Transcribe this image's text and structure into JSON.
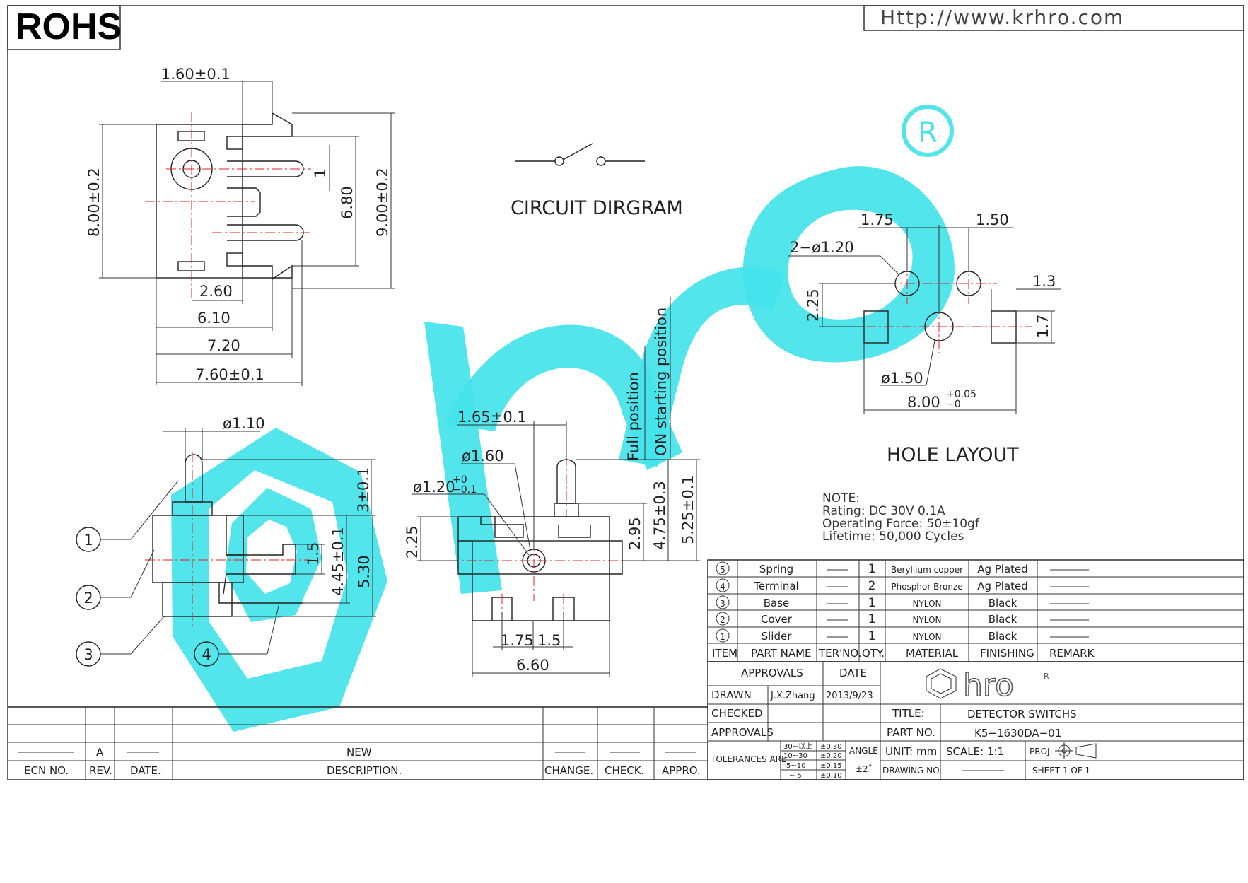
{
  "header": {
    "rohs": "ROHS",
    "url": "Http://www.krhro.com"
  },
  "top_view": {
    "dims": [
      "1.60±0.1",
      "8.00±0.2",
      "1",
      "6.80",
      "9.00±0.2",
      "2.60",
      "6.10",
      "7.20",
      "7.60±0.1"
    ]
  },
  "circuit": {
    "title": "CIRCUIT DIRGRAM"
  },
  "hole_layout": {
    "title": "HOLE LAYOUT",
    "dims": [
      "1.75",
      "1.50",
      "2−ø1.20",
      "1.3",
      "2.25",
      "1.7",
      "ø1.50",
      "8.00",
      "+0.05",
      "−0"
    ]
  },
  "side_view": {
    "dims": [
      "ø1.10",
      "3±0.1",
      "1.5",
      "4.45±0.1",
      "5.30"
    ],
    "callouts": [
      "1",
      "2",
      "3",
      "4"
    ]
  },
  "front_view": {
    "dims": [
      "1.65±0.1",
      "ø1.60",
      "ø1.20",
      "+0",
      "−0.1",
      "2.25",
      "2.95",
      "4.75±0.3",
      "5.25±0.1",
      "1.75",
      "1.5",
      "6.60"
    ],
    "positions": [
      "Full position",
      "ON starting position"
    ]
  },
  "note": {
    "lines": [
      "NOTE:",
      "Rating:  DC   30V   0.1A",
      "Operating  Force:  50±10gf",
      "Lifetime:    50,000  Cycles"
    ]
  },
  "bom": {
    "rows": [
      {
        "item": "5",
        "name": "Spring",
        "qty": "1",
        "material": "Beryllium copper",
        "finish": "Ag Plated"
      },
      {
        "item": "4",
        "name": "Terminal",
        "qty": "2",
        "material": "Phosphor Bronze",
        "finish": "Ag Plated"
      },
      {
        "item": "3",
        "name": "Base",
        "qty": "1",
        "material": "NYLON",
        "finish": "Black"
      },
      {
        "item": "2",
        "name": "Cover",
        "qty": "1",
        "material": "NYLON",
        "finish": "Black"
      },
      {
        "item": "1",
        "name": "Slider",
        "qty": "1",
        "material": "NYLON",
        "finish": "Black"
      }
    ],
    "headers": [
      "ITEM",
      "PART NAME",
      "TER'NO.",
      "QTY.",
      "MATERIAL",
      "FINISHING",
      "REMARK"
    ]
  },
  "titleblock": {
    "approvals": "APPROVALS",
    "date": "DATE",
    "drawn": "DRAWN",
    "drawn_by": "J.X.Zhang",
    "drawn_date": "2013/9/23",
    "checked": "CHECKED",
    "approvals2": "APPROVALS",
    "title_label": "TITLE:",
    "title_value": "DETECTOR SWITCHS",
    "part_label": "PART NO.",
    "part_value": "K5−1630DA−01",
    "tolerances": "TOLERANCES  ARE",
    "tol_ranges": [
      "30~以上",
      "10~30",
      "5~10",
      "~ 5"
    ],
    "tol_values": [
      "±0.30",
      "±0.20",
      "±0.15",
      "±0.10"
    ],
    "angle": "ANGLE",
    "angle_value": "±2˚",
    "unit": "UNIT:  mm",
    "scale": "SCALE:  1:1",
    "proj": "PROJ:",
    "drawing_no": "DRAWING NO.",
    "sheet": "SHEET  1  OF  1",
    "logo": "hro"
  },
  "revisions": {
    "rev_value": "A",
    "desc_value": "NEW",
    "headers": [
      "ECN NO.",
      "REV.",
      "DATE.",
      "DESCRIPTION.",
      "CHANGE.",
      "CHECK.",
      "APPRO."
    ]
  },
  "watermark": {
    "text": "hro",
    "mark": "R",
    "color": "#44e3ea"
  }
}
